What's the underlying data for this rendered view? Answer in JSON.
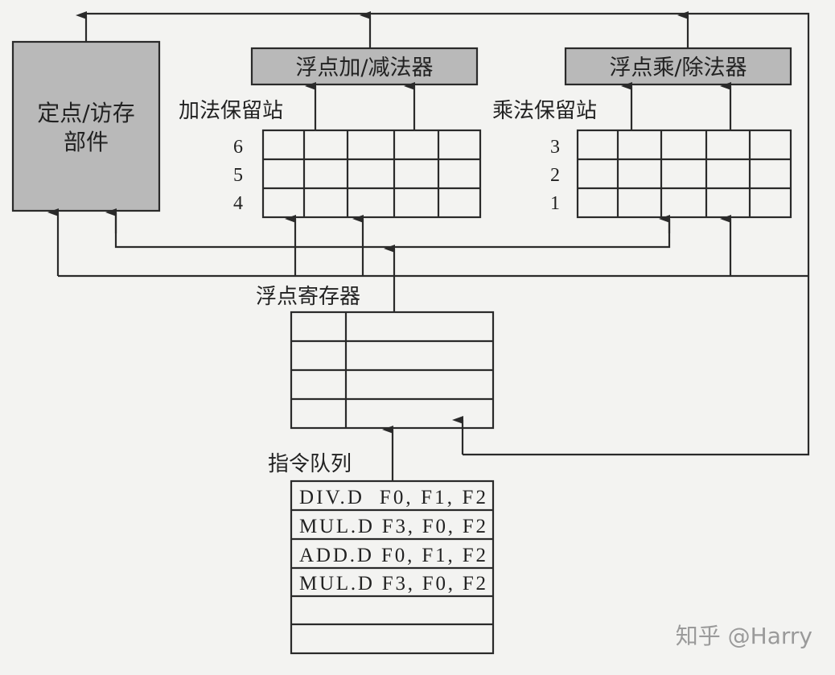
{
  "units": {
    "fixed_mem": {
      "line1": "定点/访存",
      "line2": "部件"
    },
    "fp_adder": "浮点加/减法器",
    "fp_multiplier": "浮点乘/除法器"
  },
  "reservation_stations": {
    "add": {
      "label": "加法保留站",
      "rows": [
        "6",
        "5",
        "4"
      ]
    },
    "mult": {
      "label": "乘法保留站",
      "rows": [
        "3",
        "2",
        "1"
      ]
    }
  },
  "registers": {
    "label": "浮点寄存器"
  },
  "instruction_queue": {
    "label": "指令队列",
    "items": [
      "DIV.D  F0, F1, F2",
      "MUL.D F3, F0, F2",
      "ADD.D F0, F1, F2",
      "MUL.D F3, F0, F2",
      "",
      ""
    ]
  },
  "watermark": "知乎 @Harry",
  "colors": {
    "unit_fill": "#b9b9b9",
    "line": "#2a2a2a",
    "background": "#f3f3f1"
  }
}
